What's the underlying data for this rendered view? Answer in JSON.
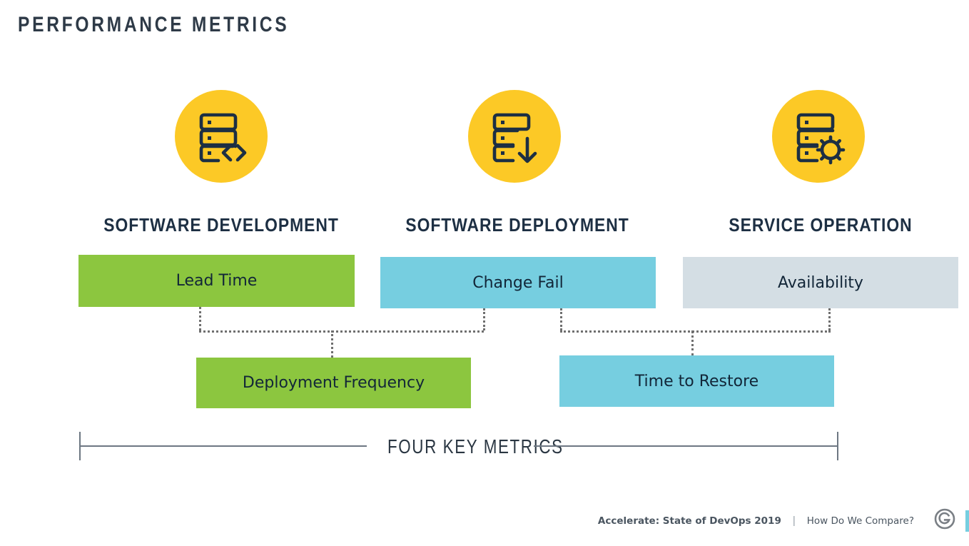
{
  "slide": {
    "title": "PERFORMANCE METRICS",
    "background": "#ffffff"
  },
  "colors": {
    "icon_circle": "#FCC926",
    "icon_stroke": "#1d2f43",
    "green": "#8CC63F",
    "blue": "#76CEE0",
    "gray": "#D4DEE4",
    "heading_text": "#1d2f43",
    "title_text": "#2e3a47",
    "connector": "#6f6f6f",
    "bracket": "#6d7782",
    "footer_text": "#4a5560",
    "footer_accent": "#76CEE0"
  },
  "columns": [
    {
      "heading": "SOFTWARE DEVELOPMENT",
      "icon": "server-code-icon"
    },
    {
      "heading": "SOFTWARE DEPLOYMENT",
      "icon": "server-download-icon"
    },
    {
      "heading": "SERVICE OPERATION",
      "icon": "server-gear-icon"
    }
  ],
  "metrics": {
    "top_row": [
      {
        "label": "Lead Time",
        "color": "green"
      },
      {
        "label": "Change Fail",
        "color": "blue"
      },
      {
        "label": "Availability",
        "color": "gray"
      }
    ],
    "bottom_row": [
      {
        "label": "Deployment Frequency",
        "color": "green"
      },
      {
        "label": "Time to Restore",
        "color": "blue"
      }
    ]
  },
  "bracket": {
    "label": "FOUR KEY METRICS"
  },
  "footer": {
    "title": "Accelerate: State of DevOps 2019",
    "divider": "|",
    "subtitle": "How Do We Compare?",
    "logo": "google-cloud-g-logo"
  }
}
